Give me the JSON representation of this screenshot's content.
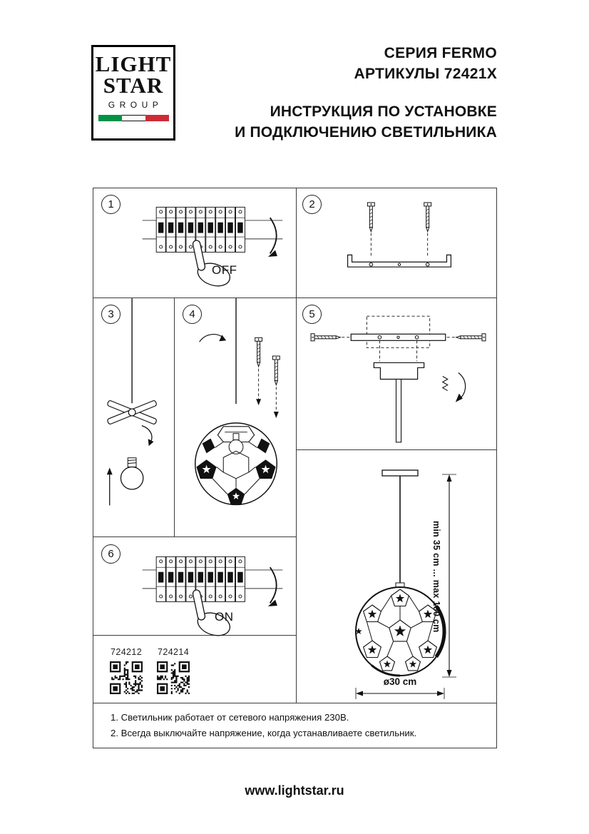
{
  "logo": {
    "line1": "LIGHT",
    "line2": "STAR",
    "line3": "GROUP"
  },
  "colors": {
    "flag_green": "#009246",
    "flag_red": "#ce2b37",
    "ink": "#111111"
  },
  "header": {
    "series": "СЕРИЯ FERMO",
    "articles": "АРТИКУЛЫ 72421X",
    "title_line1": "ИНСТРУКЦИЯ ПО УСТАНОВКЕ",
    "title_line2": "И ПОДКЛЮЧЕНИЮ СВЕТИЛЬНИКА"
  },
  "steps": {
    "step1": {
      "number": "1",
      "switch_label": "OFF"
    },
    "step2": {
      "number": "2"
    },
    "step3": {
      "number": "3"
    },
    "step4": {
      "number": "4"
    },
    "step5": {
      "number": "5"
    },
    "step6": {
      "number": "6",
      "switch_label": "ON"
    }
  },
  "dimensions": {
    "height_range": "min 35 cm ... max 180 cm",
    "diameter": "ø30 cm"
  },
  "product_codes": [
    {
      "code": "724212"
    },
    {
      "code": "724214"
    }
  ],
  "notes": [
    "1. Светильник работает от сетевого напряжения 230В.",
    "2. Всегда выключайте напряжение, когда устанавливаете светильник."
  ],
  "footer": {
    "website": "www.lightstar.ru"
  }
}
